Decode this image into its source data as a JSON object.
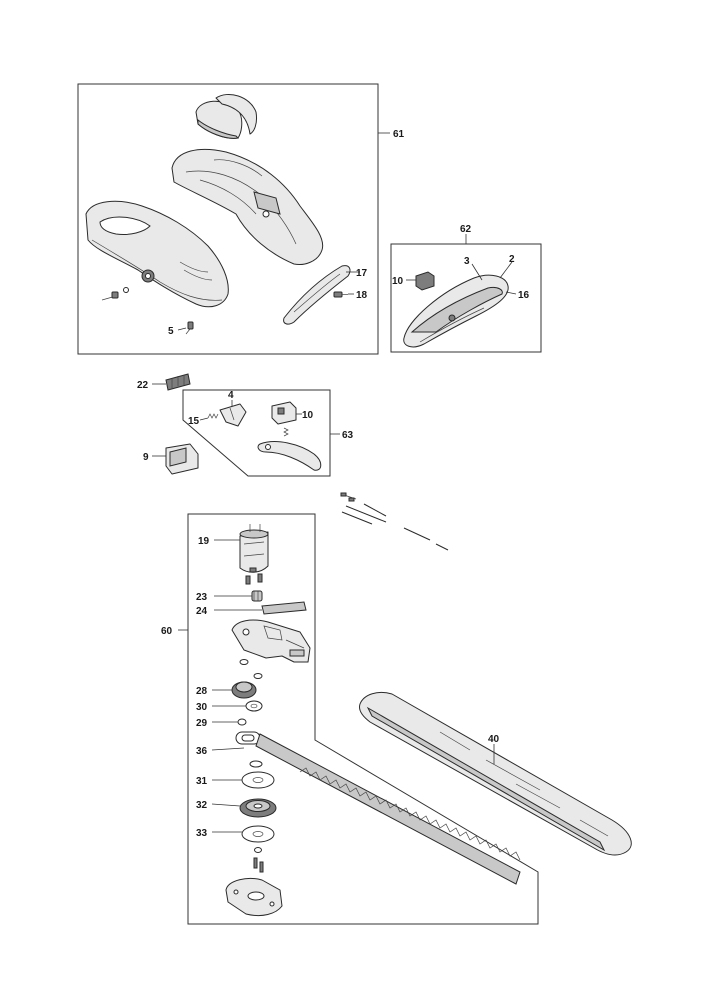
{
  "labels": {
    "l61": "61",
    "l62": "62",
    "l3": "3",
    "l2": "2",
    "l10a": "10",
    "l16": "16",
    "l17": "17",
    "l18": "18",
    "l5": "5",
    "l22": "22",
    "l4": "4",
    "l15": "15",
    "l10b": "10",
    "l63": "63",
    "l9": "9",
    "l19": "19",
    "l23": "23",
    "l24": "24",
    "l60": "60",
    "l28": "28",
    "l30": "30",
    "l29": "29",
    "l36": "36",
    "l40": "40",
    "l31": "31",
    "l32": "32",
    "l33": "33"
  }
}
